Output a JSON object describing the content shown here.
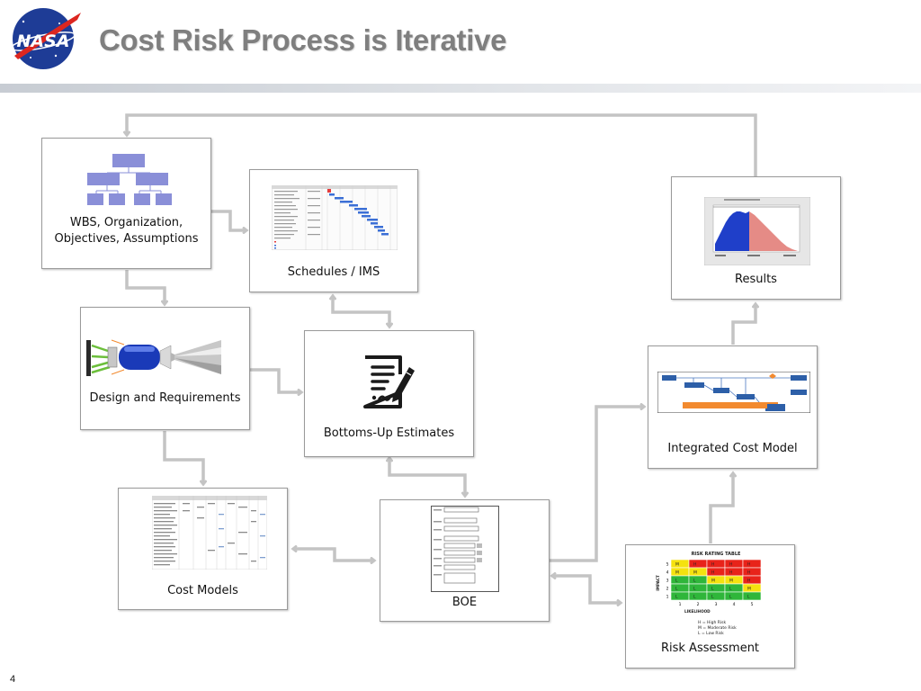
{
  "slide": {
    "title": "Cost Risk Process is Iterative",
    "page_number": "4",
    "logo_text": "NASA"
  },
  "nodes": {
    "wbs": {
      "label_line1": "WBS, Organization,",
      "label_line2": "Objectives, Assumptions"
    },
    "schedules": {
      "label": "Schedules / IMS"
    },
    "results": {
      "label": "Results"
    },
    "design": {
      "label": "Design and Requirements"
    },
    "bottoms_up": {
      "label": "Bottoms-Up Estimates"
    },
    "integrated": {
      "label": "Integrated Cost Model"
    },
    "cost_models": {
      "label": "Cost Models"
    },
    "boe": {
      "label": "BOE"
    },
    "risk": {
      "label": "Risk Assessment",
      "table_title": "RISK RATING TABLE",
      "impact_label": "IMPACT",
      "likelihood_label": "LIKELIHOOD",
      "legend": [
        "H = High Risk",
        "M = Moderate Risk",
        "L = Low Risk"
      ],
      "row_numbers": [
        "5",
        "4",
        "3",
        "2",
        "1"
      ],
      "col_numbers": [
        "1",
        "2",
        "3",
        "4",
        "5"
      ],
      "matrix": [
        [
          "M",
          "H",
          "H",
          "H",
          "H"
        ],
        [
          "M",
          "M",
          "H",
          "H",
          "H"
        ],
        [
          "L",
          "L",
          "M",
          "M",
          "H"
        ],
        [
          "L",
          "L",
          "L",
          "L",
          "M"
        ],
        [
          "L",
          "L",
          "L",
          "L",
          "L"
        ]
      ]
    }
  },
  "colors": {
    "arrow": "#c4c4c4",
    "high": "#e8231a",
    "moderate": "#f5e20f",
    "low": "#2fb63a",
    "results_blue": "#1f3fc9",
    "results_pink": "#e58b86",
    "org_chart": "#8a8fd8"
  },
  "icons": [
    "nasa-logo-icon",
    "org-chart-icon",
    "gantt-chart-icon",
    "histogram-icon",
    "rocket-engine-icon",
    "document-pen-icon",
    "flowchart-icon",
    "spreadsheet-icon",
    "form-icon",
    "risk-matrix-icon"
  ]
}
